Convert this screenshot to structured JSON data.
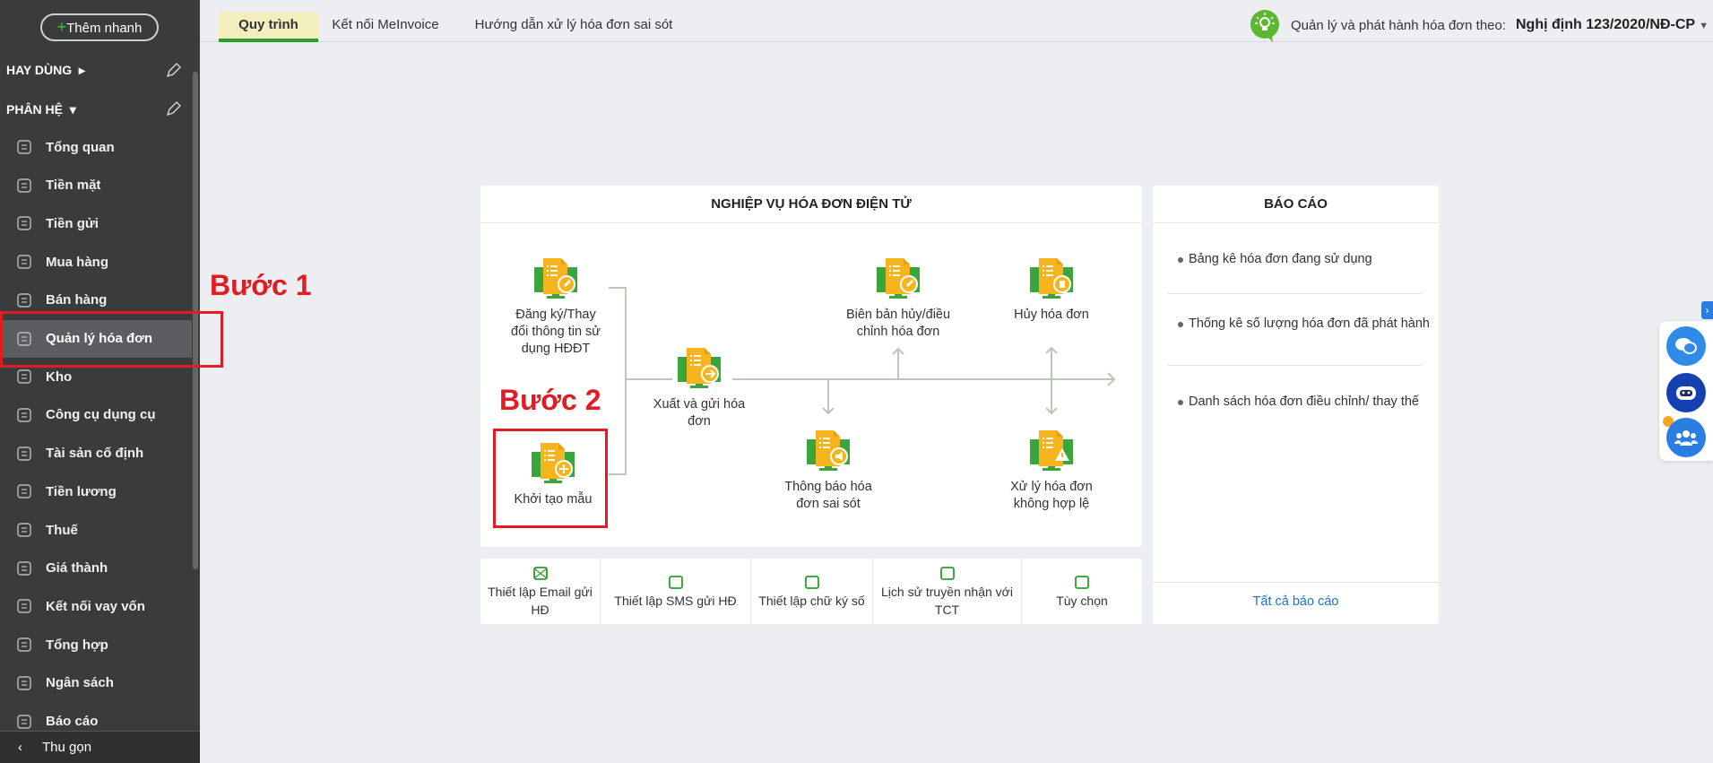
{
  "sidebar": {
    "quick_add": "Thêm nhanh",
    "favorites": "HAY DÙNG",
    "modules": "PHÂN HỆ",
    "items": [
      {
        "label": "Tổng quan",
        "icon": "chart-pie-icon"
      },
      {
        "label": "Tiền mặt",
        "icon": "money-bag-icon"
      },
      {
        "label": "Tiền gửi",
        "icon": "bank-icon"
      },
      {
        "label": "Mua hàng",
        "icon": "shopping-bag-icon"
      },
      {
        "label": "Bán hàng",
        "icon": "cart-icon"
      },
      {
        "label": "Quản lý hóa đơn",
        "icon": "invoice-icon"
      },
      {
        "label": "Kho",
        "icon": "warehouse-icon"
      },
      {
        "label": "Công cụ dụng cụ",
        "icon": "tools-icon"
      },
      {
        "label": "Tài sản cố định",
        "icon": "car-icon"
      },
      {
        "label": "Tiền lương",
        "icon": "salary-icon"
      },
      {
        "label": "Thuế",
        "icon": "tax-icon"
      },
      {
        "label": "Giá thành",
        "icon": "price-tag-icon"
      },
      {
        "label": "Kết nối vay vốn",
        "icon": "loan-icon"
      },
      {
        "label": "Tổng hợp",
        "icon": "ledger-icon"
      },
      {
        "label": "Ngân sách",
        "icon": "budget-icon"
      },
      {
        "label": "Báo cáo",
        "icon": "report-icon"
      }
    ],
    "collapse": "Thu gọn"
  },
  "tabs": [
    "Quy trình",
    "Kết nối MeInvoice",
    "Hướng dẫn xử lý hóa đơn sai sót"
  ],
  "regulation": {
    "label": "Quản lý và phát hành hóa đơn theo:",
    "value": "Nghị định 123/2020/NĐ-CP"
  },
  "annotations": {
    "step1": "Bước 1",
    "step2": "Bước 2"
  },
  "workflow": {
    "title": "NGHIỆP VỤ HÓA ĐƠN ĐIỆN TỬ",
    "nodes": {
      "register": "Đăng ký/Thay đổi thông tin sử dụng HĐĐT",
      "template": "Khởi tạo mẫu",
      "issue": "Xuất và gửi hóa đơn",
      "minutes": "Biên bản hủy/điều chỉnh hóa đơn",
      "cancel": "Hủy hóa đơn",
      "notify": "Thông báo hóa đơn sai sót",
      "invalid": "Xử lý hóa đơn không hợp lệ"
    }
  },
  "toolbar": [
    "Thiết lập Email gửi HĐ",
    "Thiết lập SMS gửi HĐ",
    "Thiết lập chữ ký số",
    "Lịch sử truyền nhận với TCT",
    "Tùy chọn"
  ],
  "reports": {
    "title": "BÁO CÁO",
    "items": [
      "Bảng kê hóa đơn đang sử dụng",
      "Thống kê số lượng hóa đơn đã phát hành",
      "Danh sách hóa đơn điều chỉnh/ thay thế"
    ],
    "all": "Tất cả báo cáo"
  },
  "colors": {
    "green": "#2a9e2a",
    "yellow": "#f6b51e",
    "red": "#e31b23",
    "link": "#1a73c8"
  }
}
